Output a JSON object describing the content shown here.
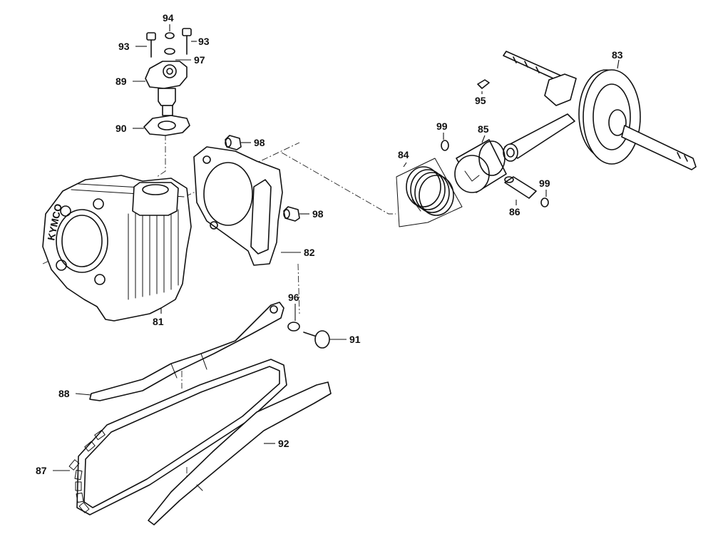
{
  "diagram": {
    "brand_mark": "KYMCO",
    "parts": [
      {
        "id": "p81",
        "number": "81"
      },
      {
        "id": "p82",
        "number": "82"
      },
      {
        "id": "p83",
        "number": "83"
      },
      {
        "id": "p84",
        "number": "84"
      },
      {
        "id": "p85",
        "number": "85"
      },
      {
        "id": "p86",
        "number": "86"
      },
      {
        "id": "p87",
        "number": "87"
      },
      {
        "id": "p88",
        "number": "88"
      },
      {
        "id": "p89",
        "number": "89"
      },
      {
        "id": "p90",
        "number": "90"
      },
      {
        "id": "p91",
        "number": "91"
      },
      {
        "id": "p92",
        "number": "92"
      },
      {
        "id": "p93a",
        "number": "93"
      },
      {
        "id": "p93b",
        "number": "93"
      },
      {
        "id": "p94",
        "number": "94"
      },
      {
        "id": "p95",
        "number": "95"
      },
      {
        "id": "p96",
        "number": "96"
      },
      {
        "id": "p97",
        "number": "97"
      },
      {
        "id": "p98a",
        "number": "98"
      },
      {
        "id": "p98b",
        "number": "98"
      },
      {
        "id": "p99a",
        "number": "99"
      },
      {
        "id": "p99b",
        "number": "99"
      }
    ]
  }
}
